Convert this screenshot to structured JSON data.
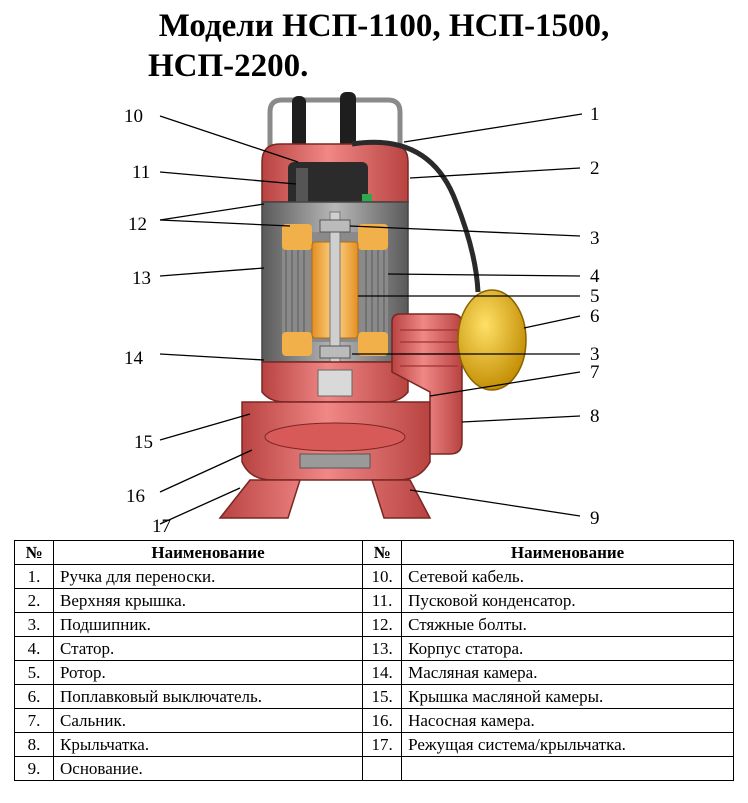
{
  "title": {
    "line1": "Модели НСП-1100, НСП-1500,",
    "line2": "НСП-2200."
  },
  "callouts": {
    "left": [
      "10",
      "11",
      "12",
      "13",
      "14",
      "15",
      "16",
      "17"
    ],
    "right": [
      "1",
      "2",
      "3",
      "4",
      "5",
      "6",
      "3",
      "7",
      "8",
      "9"
    ]
  },
  "table": {
    "headers": {
      "num_left": "№",
      "name_left": "Наименование",
      "num_right": "№",
      "name_right": "Наименование"
    },
    "rows": [
      {
        "n1": "1.",
        "name1": "Ручка для переноски.",
        "n2": "10.",
        "name2": "Сетевой кабель."
      },
      {
        "n1": "2.",
        "name1": "Верхняя крышка.",
        "n2": "11.",
        "name2": "Пусковой конденсатор."
      },
      {
        "n1": "3.",
        "name1": "Подшипник.",
        "n2": "12.",
        "name2": "Стяжные болты."
      },
      {
        "n1": "4.",
        "name1": "Статор.",
        "n2": "13.",
        "name2": "Корпус статора."
      },
      {
        "n1": "5.",
        "name1": "Ротор.",
        "n2": "14.",
        "name2": "Масляная камера."
      },
      {
        "n1": "6.",
        "name1": "Поплавковый выключатель.",
        "n2": "15.",
        "name2": "Крышка масляной камеры."
      },
      {
        "n1": "7.",
        "name1": "Сальник.",
        "n2": "16.",
        "name2": "Насосная камера."
      },
      {
        "n1": "8.",
        "name1": "Крыльчатка.",
        "n2": "17.",
        "name2": "Режущая система/крыльчатка."
      },
      {
        "n1": "9.",
        "name1": "Основание.",
        "n2": "",
        "name2": ""
      }
    ]
  },
  "colors": {
    "housing": "#e0605e",
    "housing_dark": "#a83836",
    "stator": "#8a8a8a",
    "rotor": "#f2b04a",
    "float": "#f6c21a",
    "cable": "#2a2a2a"
  }
}
